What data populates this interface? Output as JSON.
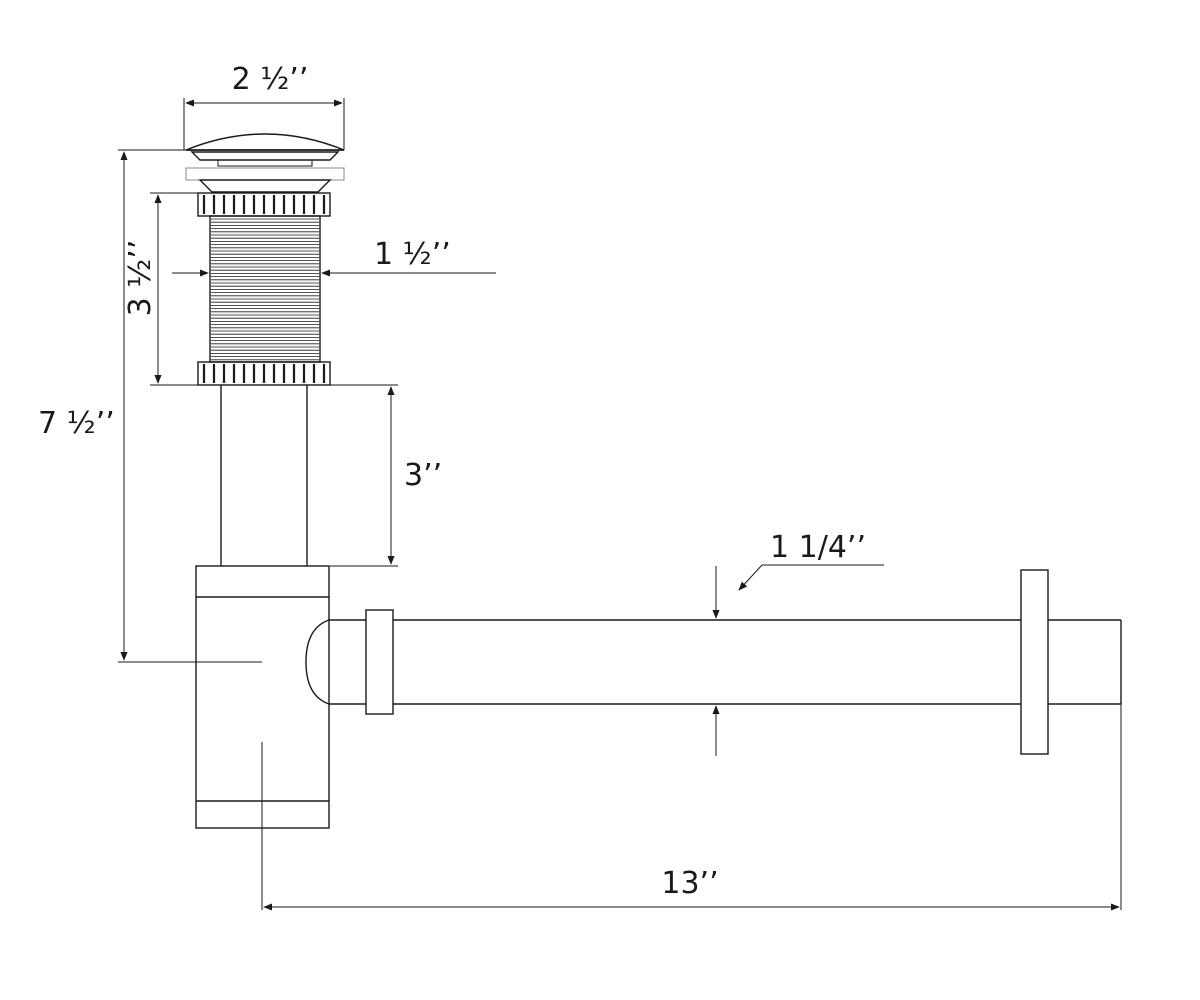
{
  "dimensions": {
    "top_width": "2 ½’’",
    "thread_length": "3 ½’’",
    "thread_diameter": "1 ½’’",
    "overall_height": "7 ½’’",
    "tailpiece_length": "3’’",
    "outlet_pipe_diameter": "1 1/4’’",
    "overall_depth": "13’’"
  },
  "colors": {
    "line": "#1a1a1a",
    "background": "#ffffff"
  }
}
